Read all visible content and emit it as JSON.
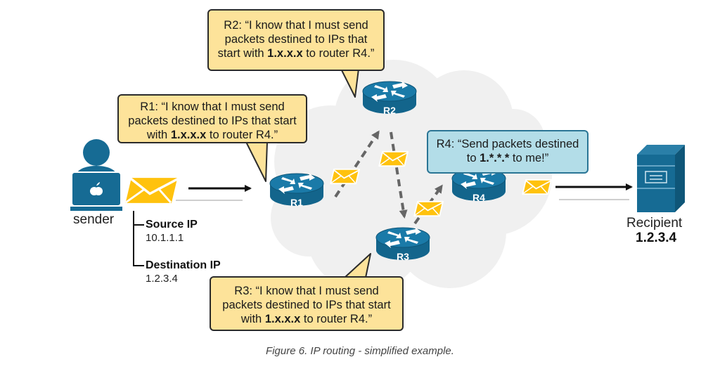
{
  "figure": {
    "caption": "Figure 6. IP routing - simplified example."
  },
  "colors": {
    "device_blue": "#166b94",
    "envelope_yellow": "#ffc20e",
    "bubble_yellow": "#fde39a",
    "bubble_blue": "#b3dde8",
    "cloud_gray": "#f0f0f0",
    "dashed_arrow": "#666666"
  },
  "sender": {
    "label": "sender",
    "icon": "person-laptop-icon",
    "packet": {
      "source_label": "Source IP",
      "source_value": "10.1.1.1",
      "destination_label": "Destination IP",
      "destination_value": "1.2.3.4"
    }
  },
  "recipient": {
    "label": "Recipient",
    "ip": "1.2.3.4",
    "icon": "server-icon"
  },
  "routers": [
    {
      "id": "R1",
      "label": "R1"
    },
    {
      "id": "R2",
      "label": "R2"
    },
    {
      "id": "R3",
      "label": "R3"
    },
    {
      "id": "R4",
      "label": "R4"
    }
  ],
  "bubbles": {
    "r1": {
      "pre": "R1: “I know that I must send packets destined to IPs that start with ",
      "bold": "1.x.x.x",
      "post": " to router R4.”"
    },
    "r2": {
      "pre": "R2: “I know that I must send packets destined to IPs that start with ",
      "bold": "1.x.x.x",
      "post": " to router R4.”"
    },
    "r3": {
      "pre": "R3: “I know that I must send packets destined to IPs that start with ",
      "bold": "1.x.x.x",
      "post": " to router R4.”"
    },
    "r4": {
      "pre": "R4: “Send packets destined to ",
      "bold": "1.*.*.*",
      "post": " to me!”"
    }
  },
  "path": [
    "sender",
    "R1",
    "R2",
    "R3",
    "R4",
    "Recipient"
  ]
}
